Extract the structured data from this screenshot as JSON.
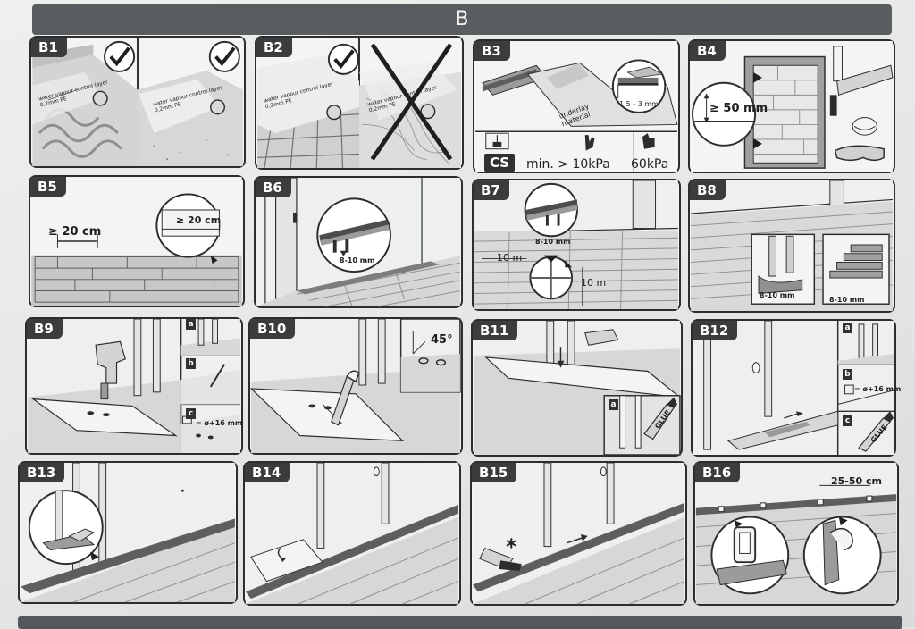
{
  "section": {
    "title": "B"
  },
  "panels": {
    "B1": {
      "tag": "B1",
      "roll_text_a": "water vapour control layer 0,2mm PE",
      "roll_text_b": "water vapour control layer 0,2mm PE"
    },
    "B2": {
      "tag": "B2",
      "roll_text_a": "water vapour control layer 0,2mm PE",
      "roll_text_b": "water vapour control layer 0,2mm PE"
    },
    "B3": {
      "tag": "B3",
      "thickness": "1,5 - 3 mm",
      "underlay_text": "underlay material",
      "cs_label": "CS",
      "min_pressure": "min. > 10kPa",
      "max_pressure": "60kPa"
    },
    "B4": {
      "tag": "B4",
      "gap": "≥ 50 mm"
    },
    "B5": {
      "tag": "B5",
      "gap_left": "≥ 20 cm",
      "gap_zoom": "≥ 20 cm"
    },
    "B6": {
      "tag": "B6",
      "expansion": "8-10 mm"
    },
    "B7": {
      "tag": "B7",
      "expansion": "8-10 mm",
      "length_h": "10 m",
      "length_v": "10 m"
    },
    "B8": {
      "tag": "B8",
      "gap_a": "8-10 mm",
      "gap_b": "8-10 mm"
    },
    "B9": {
      "tag": "B9",
      "sub_a": "a",
      "sub_b": "b",
      "sub_c": "c",
      "drill": "= ø+16 mm"
    },
    "B10": {
      "tag": "B10",
      "angle": "45°"
    },
    "B11": {
      "tag": "B11",
      "sub_a": "a",
      "glue": "GLUE"
    },
    "B12": {
      "tag": "B12",
      "sub_a": "a",
      "sub_b": "b",
      "sub_c": "c",
      "hole": "= ø+16 mm",
      "glue": "GLUE"
    },
    "B13": {
      "tag": "B13"
    },
    "B14": {
      "tag": "B14"
    },
    "B15": {
      "tag": "B15",
      "asterisk": "*"
    },
    "B16": {
      "tag": "B16",
      "spacing": "25-50 cm"
    }
  }
}
